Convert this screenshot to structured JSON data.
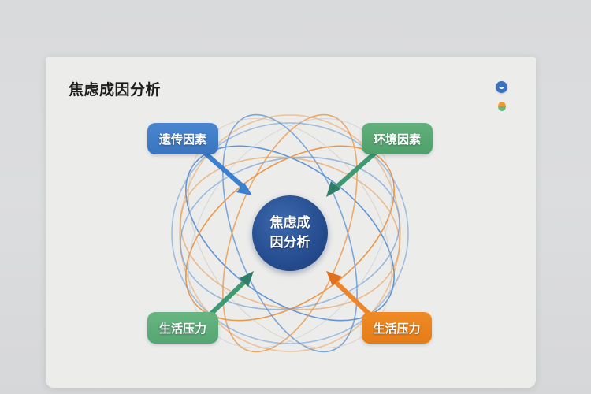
{
  "page": {
    "title": "焦虑成因分析"
  },
  "header_icons": [
    {
      "name": "blue-badge-icon",
      "color": "#3a71c1"
    },
    {
      "name": "orange-green-dot-icon",
      "colors": [
        "#f09a2c",
        "#6bb57a"
      ]
    }
  ],
  "diagram": {
    "center": {
      "line1": "焦虑成",
      "line2": "因分析",
      "color": "#274f92"
    },
    "factors": [
      {
        "position": "top-left",
        "label": "遗传因素",
        "color": "#3a74bf"
      },
      {
        "position": "top-right",
        "label": "环境因素",
        "color": "#4fa06c"
      },
      {
        "position": "bottom-left",
        "label": "生活压力",
        "color": "#55a672"
      },
      {
        "position": "bottom-right",
        "label": "生活压力",
        "color": "#e57c17"
      }
    ],
    "orbit_colors": [
      "#4a86cf",
      "#ea8a2e"
    ]
  }
}
